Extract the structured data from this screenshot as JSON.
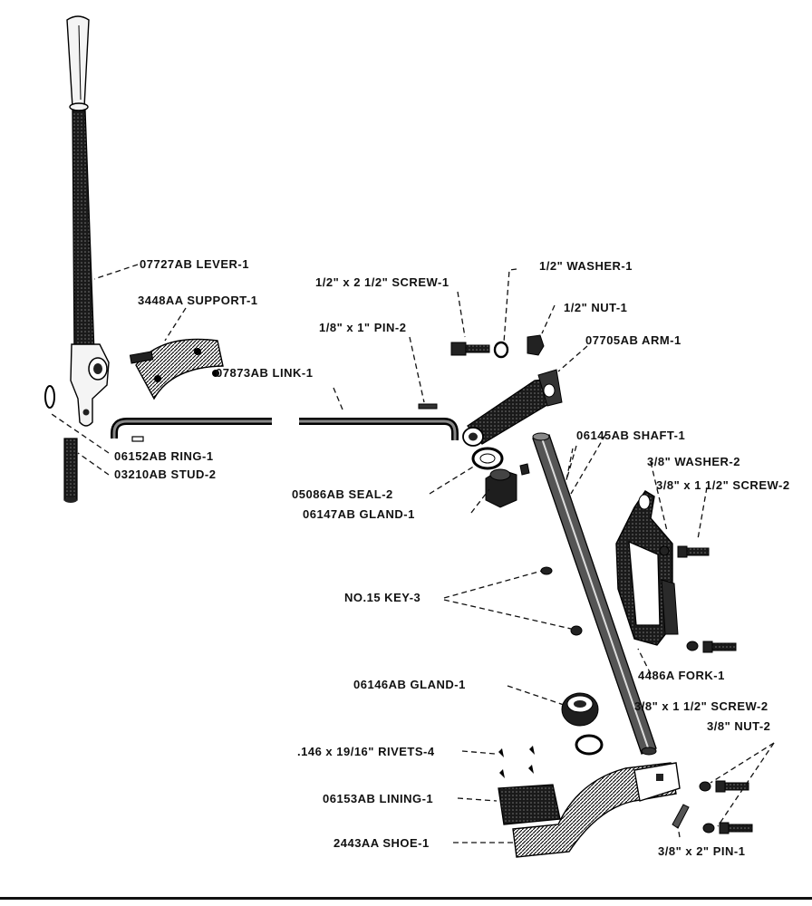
{
  "labels": {
    "lever": "07727AB LEVER-1",
    "support": "3448AA SUPPORT-1",
    "screw_half": "1/2\" x 2 1/2\" SCREW-1",
    "washer_half": "1/2\" WASHER-1",
    "nut_half": "1/2\" NUT-1",
    "pin_link": "1/8\" x 1\" PIN-2",
    "arm": "07705AB ARM-1",
    "link": "07873AB LINK-1",
    "ring": "06152AB RING-1",
    "stud": "03210AB STUD-2",
    "shaft": "06145AB SHAFT-1",
    "washer_38": "3/8\" WASHER-2",
    "screw_38_top": "3/8\" x 1 1/2\" SCREW-2",
    "seal": "05086AB SEAL-2",
    "gland_top": "06147AB GLAND-1",
    "key": "NO.15 KEY-3",
    "fork": "4486A FORK-1",
    "gland_bottom": "06146AB GLAND-1",
    "screw_38_bottom": "3/8\" x 1 1/2\" SCREW-2",
    "nut_38": "3/8\" NUT-2",
    "rivets": ".146 x 19/16\" RIVETS-4",
    "lining": "06153AB LINING-1",
    "shoe": "2443AA SHOE-1",
    "pin_shoe": "3/8\" x 2\" PIN-1"
  }
}
